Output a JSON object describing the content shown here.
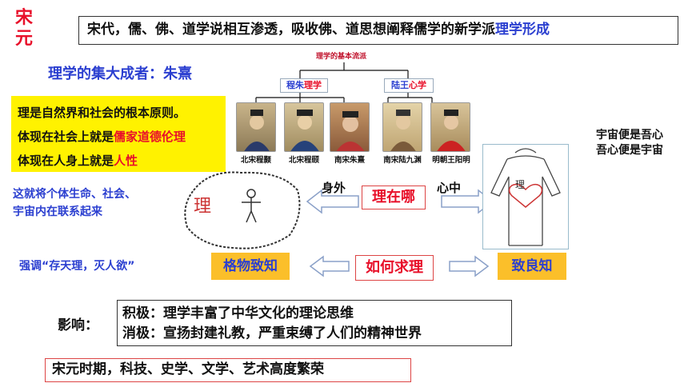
{
  "title": {
    "line1": "宋",
    "line2": "元"
  },
  "top_box": {
    "text": "宋代，儒、佛、道学说相互渗透，吸收佛、道思想阐释儒学的新学派",
    "highlight": "理学形成"
  },
  "zhu_xi": "理学的集大成者：朱熹",
  "yellow_box": {
    "line1": "理是自然界和社会的根本原则。",
    "line2_prefix": "体现在社会上就是",
    "line2_red": "儒家道德伦理",
    "line3_prefix": "体现在人身上就是",
    "line3_red": "人性"
  },
  "individual_text": {
    "line1": "这就将个体生命、社会、",
    "line2": "宇宙内在联系起来"
  },
  "emphasis_text": "强调“存天理，灭人欲”",
  "tree": {
    "title": "理学的基本流派",
    "school_left": {
      "black": "程朱",
      "red": "理学"
    },
    "school_right": {
      "black": "陆王",
      "red": "心学"
    },
    "portraits": [
      {
        "caption": "北宋程颢"
      },
      {
        "caption": "北宋程颐"
      },
      {
        "caption": "南宋朱熹"
      },
      {
        "caption": "南宋陆九渊"
      },
      {
        "caption": "明朝王阳明"
      }
    ]
  },
  "sketch_left_char": "理",
  "sketch_right_char": "理",
  "where": {
    "label": "理在哪",
    "left_arrow": "身外",
    "right_arrow": "心中"
  },
  "how": {
    "label": "如何求理",
    "left": "格物致知",
    "right": "致良知"
  },
  "right_text": {
    "line1": "宇宙便是吾心",
    "line2": "吾心便是宇宙"
  },
  "influence": {
    "label": "影响：",
    "positive": "积极：理学丰富了中华文化的理论思维",
    "negative": "消极：宣扬封建礼教，严重束缚了人们的精神世界"
  },
  "bottom": "宋元时期，科技、史学、文学、艺术高度繁荣"
}
